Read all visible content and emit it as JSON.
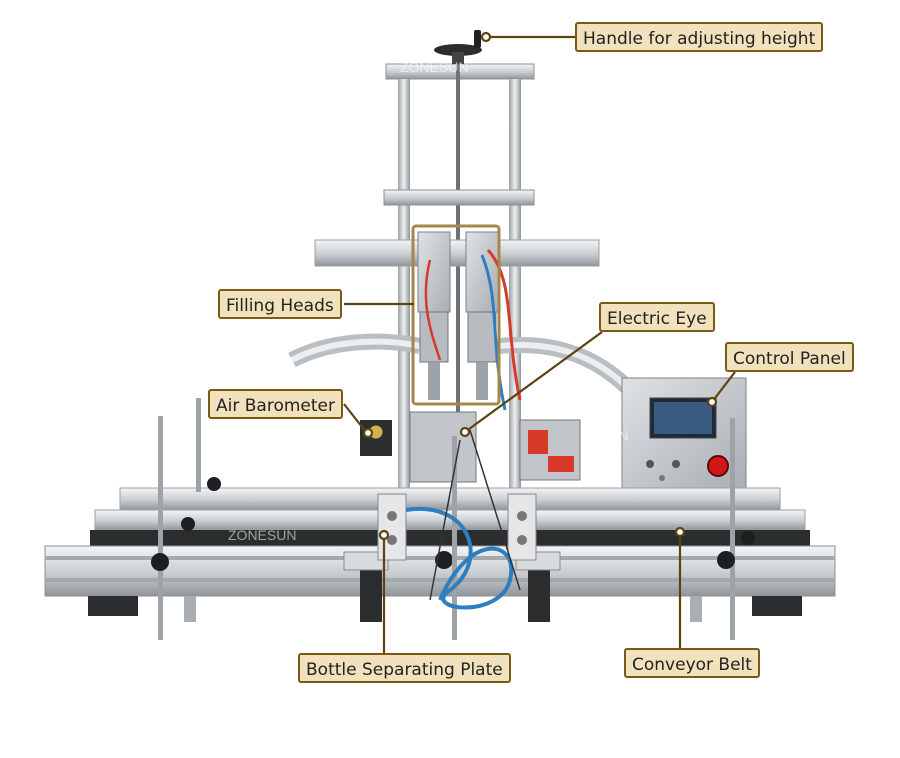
{
  "labels": {
    "handle": "Handle for adjusting height",
    "filling_heads": "Filling Heads",
    "electric_eye": "Electric Eye",
    "control_panel": "Control Panel",
    "air_barometer": "Air Barometer",
    "bottle_separating_plate": "Bottle Separating Plate",
    "conveyor_belt": "Conveyor Belt"
  },
  "watermarks": [
    "ZONESUN",
    "ZONESUN",
    "ZONESUN"
  ],
  "colors": {
    "label_bg": "#f1e2bd",
    "label_border": "#7a5a14",
    "leader": "#5c4310",
    "frame_silver": "#c8ccd0",
    "highlight_box": "#a8864a",
    "tube_blue": "#2d7fc0",
    "tube_red": "#d83a2a",
    "stop_button": "#d01818"
  }
}
